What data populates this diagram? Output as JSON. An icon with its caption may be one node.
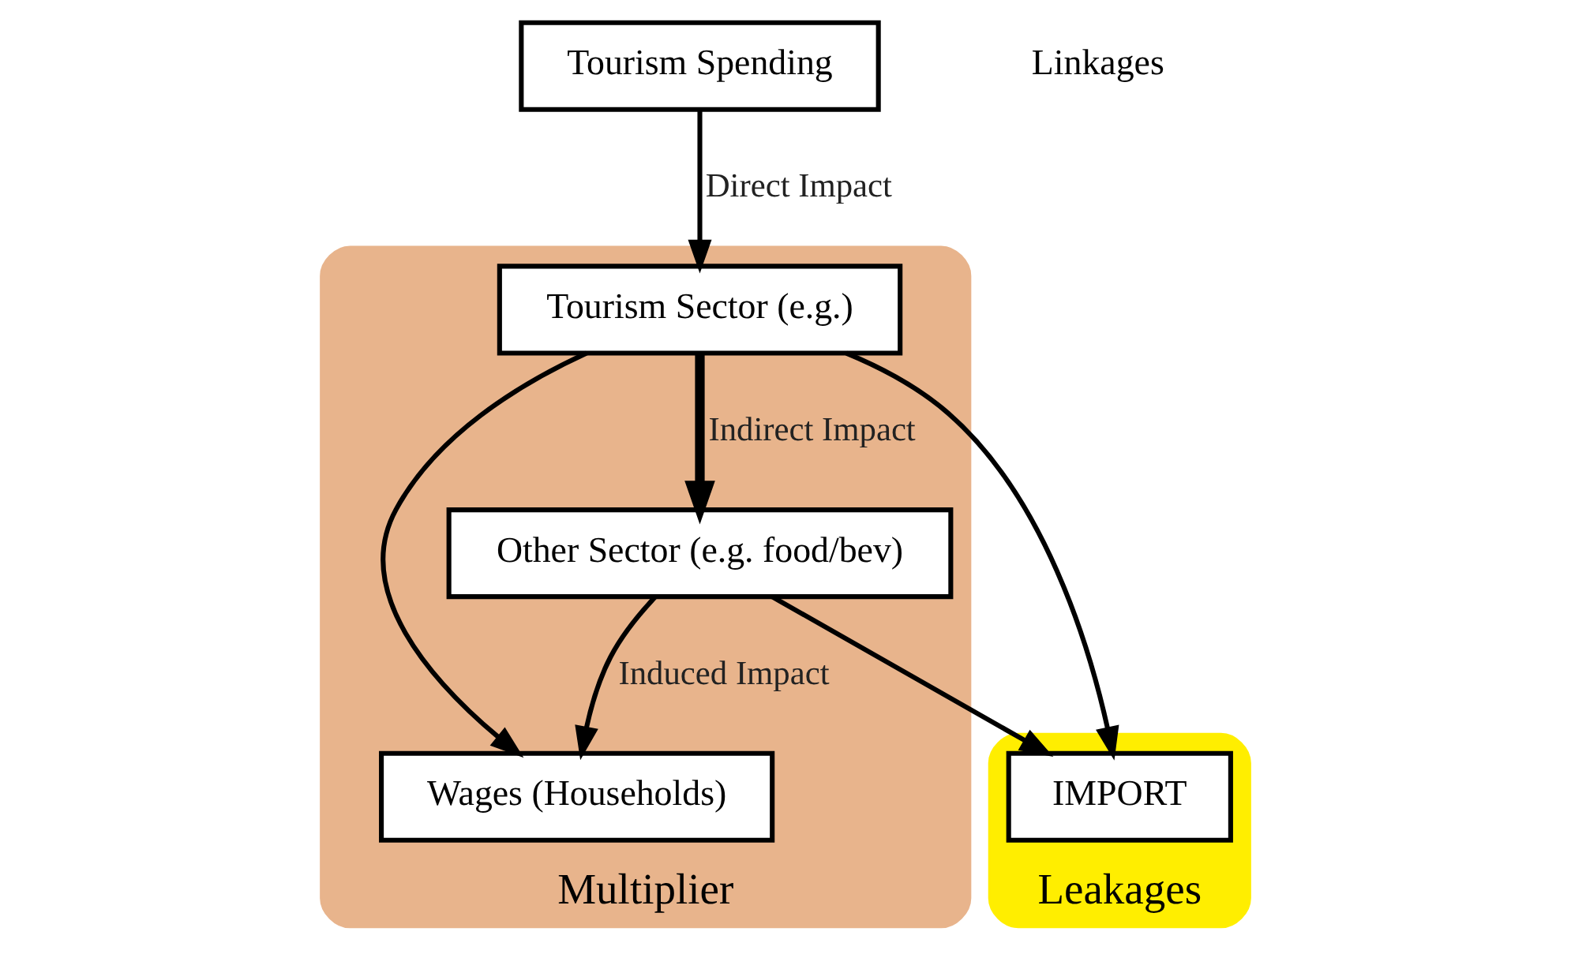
{
  "diagram": {
    "nodes": [
      {
        "text": [
          "Multiplier"
        ]
      },
      {
        "text": [
          "Leakages"
        ]
      },
      {
        "text": [
          "Tourism Spending"
        ]
      },
      {
        "text": [
          "Tourism Sector (e.g.)"
        ],
        "in": 0
      },
      {
        "text": [
          "IMPORT"
        ],
        "in": 1
      },
      {
        "text": [
          "Wages (Households)"
        ],
        "in": 0
      },
      {
        "text": [
          "Other Sector (e.g. food/bev)"
        ],
        "in": 0
      }
    ],
    "edges": [
      {
        "from": 2,
        "to": 3,
        "arrow": "to",
        "label": "Direct Impact"
      },
      {
        "from": 3,
        "to": 4,
        "arrow": "to"
      },
      {
        "from": 3,
        "to": 5,
        "arrow": "to"
      },
      {
        "from": 3,
        "to": 6,
        "arrow": "to",
        "label": "Indirect Impact",
        "style": "thick"
      },
      {
        "from": 6,
        "to": 4,
        "arrow": "to"
      },
      {
        "from": 6,
        "to": 5,
        "arrow": "to",
        "label": "Induced Impact"
      }
    ],
    "labels": [
      "Linkages"
    ]
  }
}
